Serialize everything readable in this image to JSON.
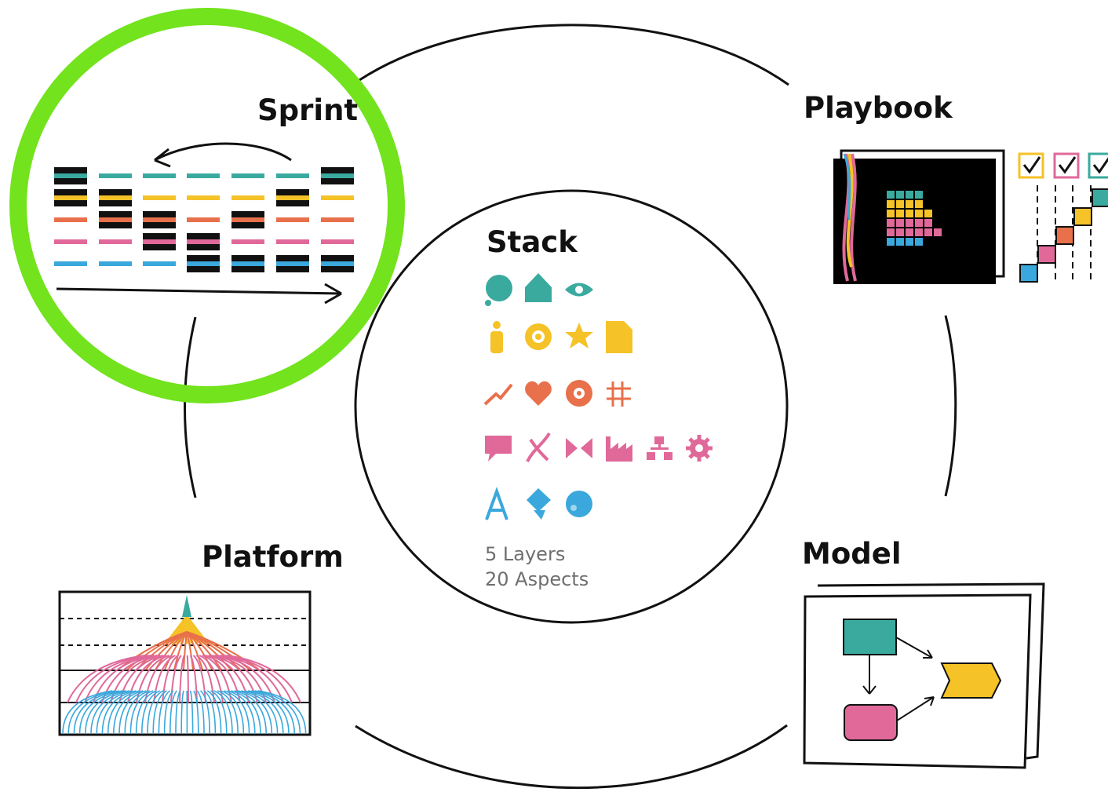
{
  "sprint": {
    "title": "Sprint"
  },
  "playbook": {
    "title": "Playbook"
  },
  "stack": {
    "title": "Stack",
    "caption_line1": "5 Layers",
    "caption_line2": "20 Aspects"
  },
  "platform": {
    "title": "Platform"
  },
  "model": {
    "title": "Model"
  },
  "colors": {
    "teal": "#3aaa9f",
    "yellow": "#f5c227",
    "orange": "#e8704a",
    "pink": "#e0699a",
    "blue": "#3aa8dc",
    "highlight": "#72e31c",
    "ink": "#111111"
  },
  "icons": {
    "teal_row": [
      "circle-icon",
      "house-icon",
      "eye-icon"
    ],
    "yellow_row": [
      "person-icon",
      "target-icon",
      "star-icon",
      "document-icon"
    ],
    "orange_row": [
      "trend-line-icon",
      "heart-icon",
      "gear-wheel-icon",
      "grid-icon"
    ],
    "pink_row": [
      "speech-bubble-icon",
      "dna-icon",
      "bowtie-icon",
      "factory-icon",
      "org-chart-icon",
      "cog-icon"
    ],
    "blue_row": [
      "letter-a-icon",
      "tag-icon",
      "dot-circle-icon"
    ]
  }
}
